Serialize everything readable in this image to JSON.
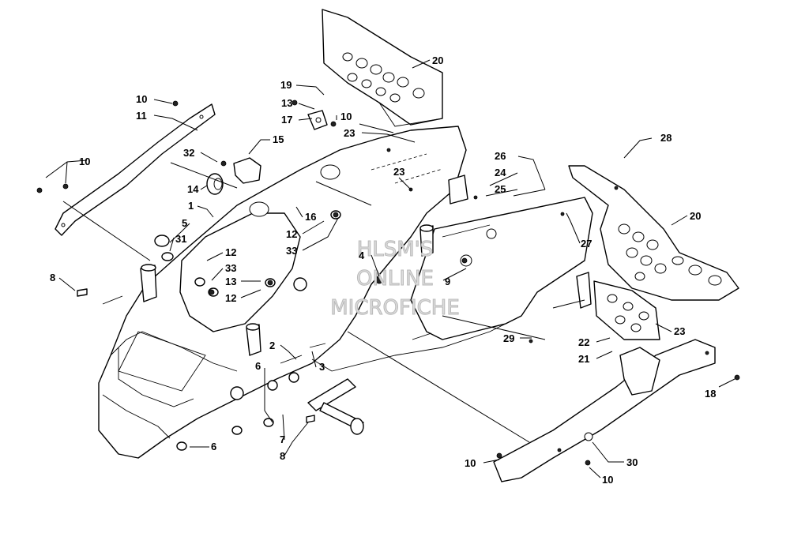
{
  "watermark": {
    "line1": "HLSM'S",
    "line2": "ONLINE",
    "line3": "MICROFICHE"
  },
  "callouts": {
    "c1": "1",
    "c2": "2",
    "c3": "3",
    "c4": "4",
    "c5": "5",
    "c6a": "6",
    "c6b": "6",
    "c7": "7",
    "c8a": "8",
    "c8b": "8",
    "c9": "9",
    "c10a": "10",
    "c10b": "10",
    "c10c": "10",
    "c10d": "10",
    "c10e": "10",
    "c11": "11",
    "c12a": "12",
    "c12b": "12",
    "c12c": "12",
    "c13a": "13",
    "c13b": "13",
    "c14": "14",
    "c15": "15",
    "c16": "16",
    "c17": "17",
    "c18": "18",
    "c19": "19",
    "c20a": "20",
    "c20b": "20",
    "c21": "21",
    "c22": "22",
    "c23a": "23",
    "c23b": "23",
    "c23c": "23",
    "c24": "24",
    "c25": "25",
    "c26": "26",
    "c27": "27",
    "c28": "28",
    "c29": "29",
    "c30": "30",
    "c31": "31",
    "c32": "32",
    "c33a": "33",
    "c33b": "33"
  }
}
